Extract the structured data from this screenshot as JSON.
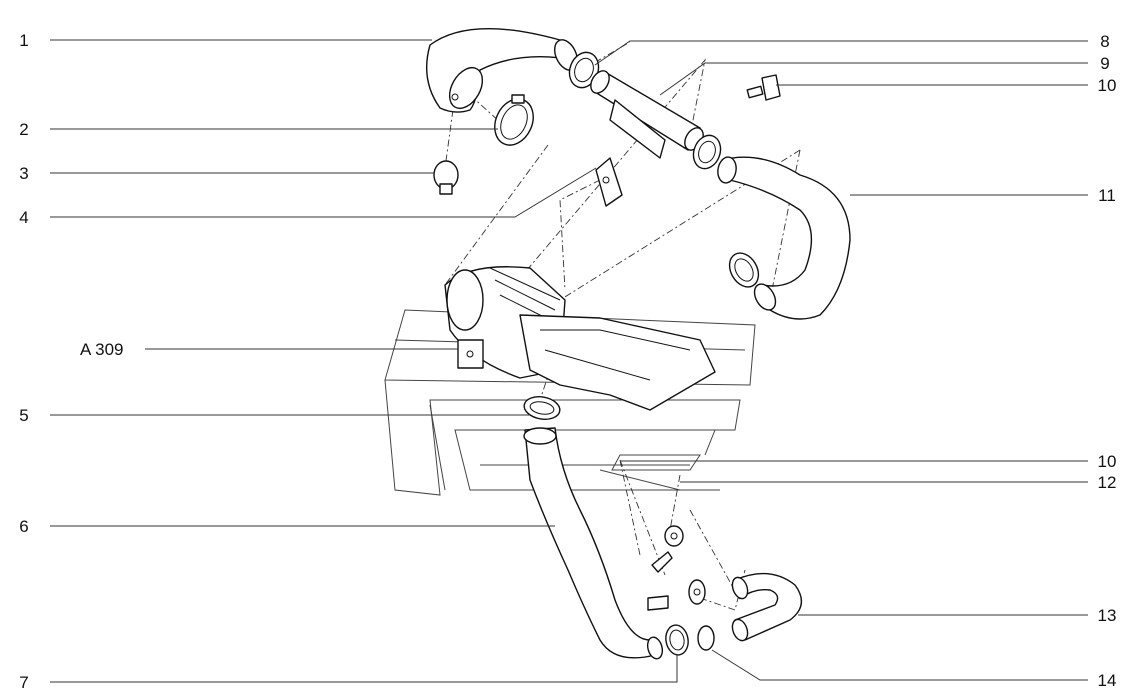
{
  "callouts": {
    "left": [
      {
        "label": "1"
      },
      {
        "label": "2"
      },
      {
        "label": "3"
      },
      {
        "label": "4"
      },
      {
        "label": "A 309"
      },
      {
        "label": "5"
      },
      {
        "label": "6"
      },
      {
        "label": "7"
      }
    ],
    "right": [
      {
        "label": "8"
      },
      {
        "label": "9"
      },
      {
        "label": "10"
      },
      {
        "label": "11"
      },
      {
        "label": "10"
      },
      {
        "label": "12"
      },
      {
        "label": "13"
      },
      {
        "label": "14"
      }
    ]
  }
}
